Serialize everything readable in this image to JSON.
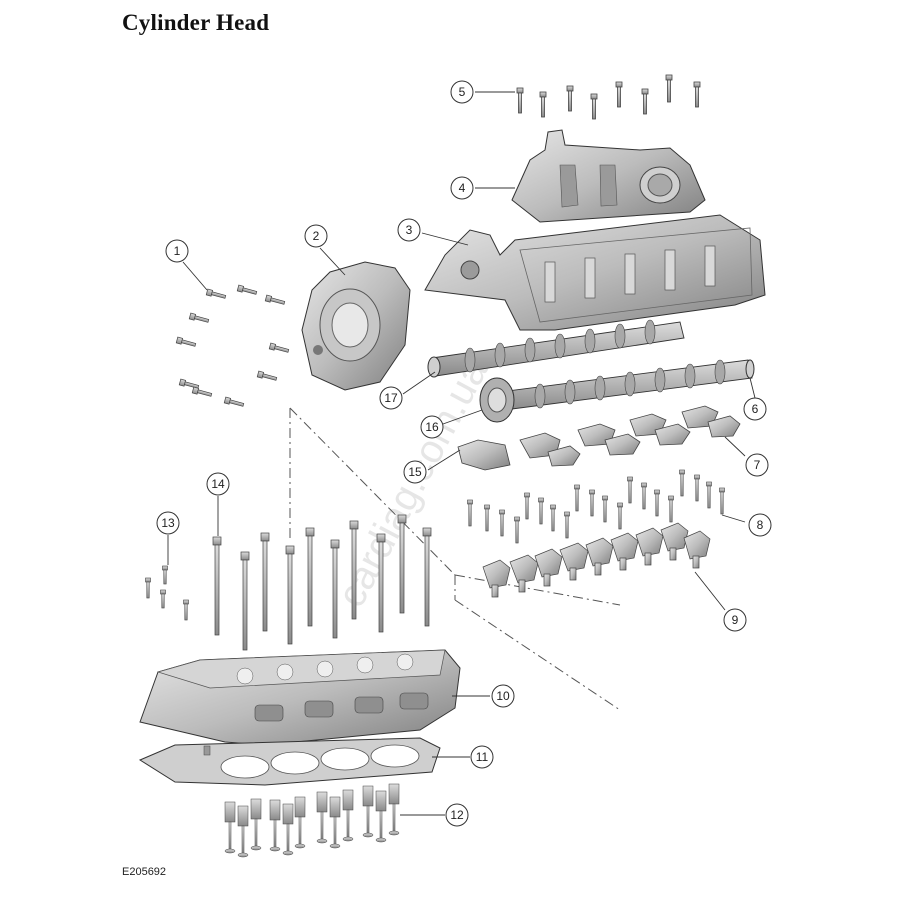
{
  "title": "Cylinder Head",
  "figure_ref": "E205692",
  "watermark": "cardiag.com.ua",
  "callouts": [
    "1",
    "2",
    "3",
    "4",
    "5",
    "6",
    "7",
    "8",
    "9",
    "10",
    "11",
    "12",
    "13",
    "14",
    "15",
    "16",
    "17"
  ],
  "colors": {
    "line": "#333333",
    "part_fill": "#bdbdbd",
    "part_shade": "#8c8c8c",
    "part_light": "#e3e3e3"
  }
}
